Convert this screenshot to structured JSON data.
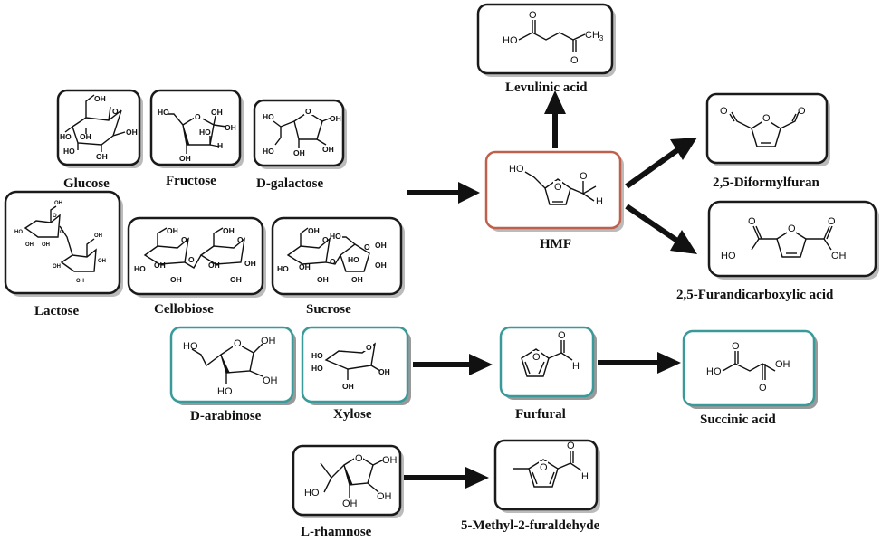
{
  "box_style": {
    "black": "#1a1a1a",
    "hmf": "#c0604c",
    "teal": "#3a9a9a",
    "hmf_label_color": "#c8503a"
  },
  "labels": {
    "glucose": "Glucose",
    "fructose": "Fructose",
    "d_galactose": "D-galactose",
    "lactose": "Lactose",
    "cellobiose": "Cellobiose",
    "sucrose": "Sucrose",
    "levulinic_acid": "Levulinic acid",
    "hmf": "HMF",
    "diformylfuran": "2,5-Diformylfuran",
    "furandicarboxylic_acid": "2,5-Furandicarboxylic acid",
    "d_arabinose": "D-arabinose",
    "xylose": "Xylose",
    "furfural": "Furfural",
    "succinic_acid": "Succinic acid",
    "l_rhamnose": "L-rhamnose",
    "methyl_furaldehyde": "5-Methyl-2-furaldehyde"
  },
  "atoms": {
    "oh": "OH",
    "ho": "HO",
    "o": "O",
    "h": "H",
    "ch3": "CH",
    "ch3_sub": "3"
  }
}
